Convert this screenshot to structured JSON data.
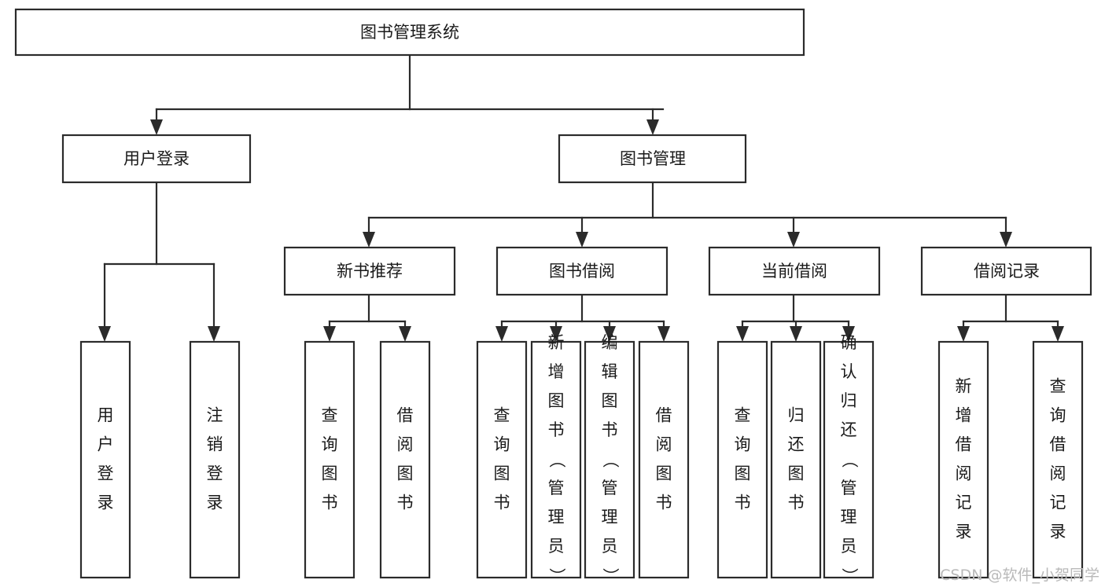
{
  "diagram": {
    "title_node": {
      "label": "图书管理系统"
    },
    "level2": [
      {
        "label": "用户登录"
      },
      {
        "label": "图书管理"
      }
    ],
    "level3": [
      {
        "label": "新书推荐"
      },
      {
        "label": "图书借阅"
      },
      {
        "label": "当前借阅"
      },
      {
        "label": "借阅记录"
      }
    ],
    "leaves": {
      "user_login": [
        {
          "label": "用户登录"
        },
        {
          "label": "注销登录"
        }
      ],
      "new_book_recommend": [
        {
          "label": "查询图书"
        },
        {
          "label": "借阅图书"
        }
      ],
      "book_borrow": [
        {
          "label": "查询图书"
        },
        {
          "label": "新增图书（管理员）"
        },
        {
          "label": "编辑图书（管理员）"
        },
        {
          "label": "借阅图书"
        }
      ],
      "current_borrow": [
        {
          "label": "查询图书"
        },
        {
          "label": "归还图书"
        },
        {
          "label": "确认归还（管理员）"
        }
      ],
      "borrow_record": [
        {
          "label": "新增借阅记录"
        },
        {
          "label": "查询借阅记录"
        }
      ]
    },
    "watermark": "CSDN @软件_小贺同学",
    "colors": {
      "stroke": "#2b2b2b",
      "fill": "#ffffff",
      "text": "#1a1a1a",
      "watermark": "#b9b9b9"
    }
  }
}
